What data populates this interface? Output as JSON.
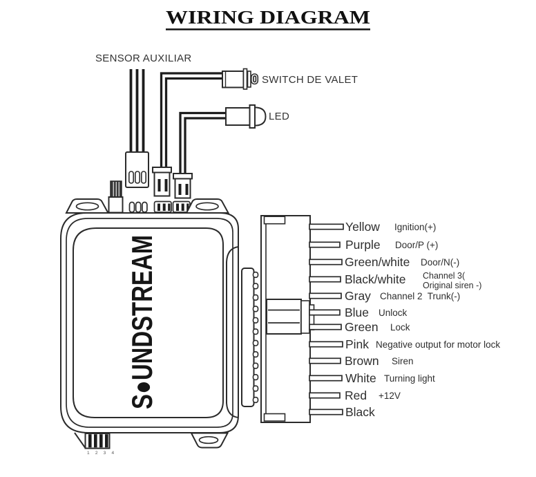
{
  "title": "WIRING DIAGRAM",
  "labels": {
    "sensor": "SENSOR AUXILIAR",
    "valet_switch": "SWITCH DE VALET",
    "led": "LED"
  },
  "unit": {
    "brand": "SOUNDSTREAM",
    "pin_numbers": "1 2 3 4"
  },
  "wires": [
    {
      "color": "Yellow",
      "function": "Ignition(+)"
    },
    {
      "color": "Purple",
      "function": "Door/P (+)"
    },
    {
      "color": "Green/white",
      "function": "Door/N(-)"
    },
    {
      "color": "Black/white",
      "function": "Channel 3(",
      "function2": "Original siren -)"
    },
    {
      "color": "Gray",
      "function": "Channel 2  Trunk(-)"
    },
    {
      "color": "Blue",
      "function": "Unlock"
    },
    {
      "color": "Green",
      "function": "Lock"
    },
    {
      "color": "Pink",
      "function": "Negative output for motor lock"
    },
    {
      "color": "Brown",
      "function": "Siren"
    },
    {
      "color": "White",
      "function": "Turning light"
    },
    {
      "color": "Red",
      "function": "+12V"
    },
    {
      "color": "Black",
      "function": ""
    }
  ],
  "colors": {
    "ink": "#2b2b2b",
    "paper": "#ffffff"
  }
}
